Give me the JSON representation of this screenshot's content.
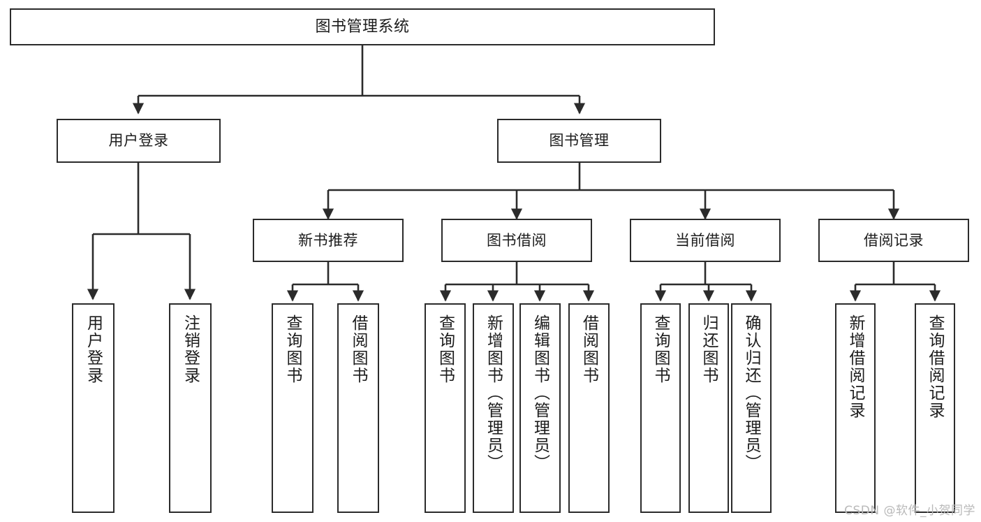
{
  "diagram": {
    "title": "图书管理系统",
    "watermark": "CSDN @软件_小贺同学",
    "line_color": "#2b2b2b",
    "box_fill": "#ffffff",
    "text_color": "#1c1c1c",
    "watermark_color": "#b9b9b9"
  },
  "root": {
    "label": "图书管理系统"
  },
  "level2": [
    {
      "label": "用户登录"
    },
    {
      "label": "图书管理"
    }
  ],
  "level3": [
    {
      "label": "新书推荐"
    },
    {
      "label": "图书借阅"
    },
    {
      "label": "当前借阅"
    },
    {
      "label": "借阅记录"
    }
  ],
  "leaves": {
    "user_login": [
      {
        "label": "用户登录"
      },
      {
        "label": "注销登录"
      }
    ],
    "new_book": [
      {
        "label": "查询图书"
      },
      {
        "label": "借阅图书"
      }
    ],
    "book_borrow": [
      {
        "label": "查询图书"
      },
      {
        "label": "新增图书（管理员）"
      },
      {
        "label": "编辑图书（管理员）"
      },
      {
        "label": "借阅图书"
      }
    ],
    "current_borrow": [
      {
        "label": "查询图书"
      },
      {
        "label": "归还图书"
      },
      {
        "label": "确认归还（管理员）"
      }
    ],
    "borrow_record": [
      {
        "label": "新增借阅记录"
      },
      {
        "label": "查询借阅记录"
      }
    ]
  }
}
